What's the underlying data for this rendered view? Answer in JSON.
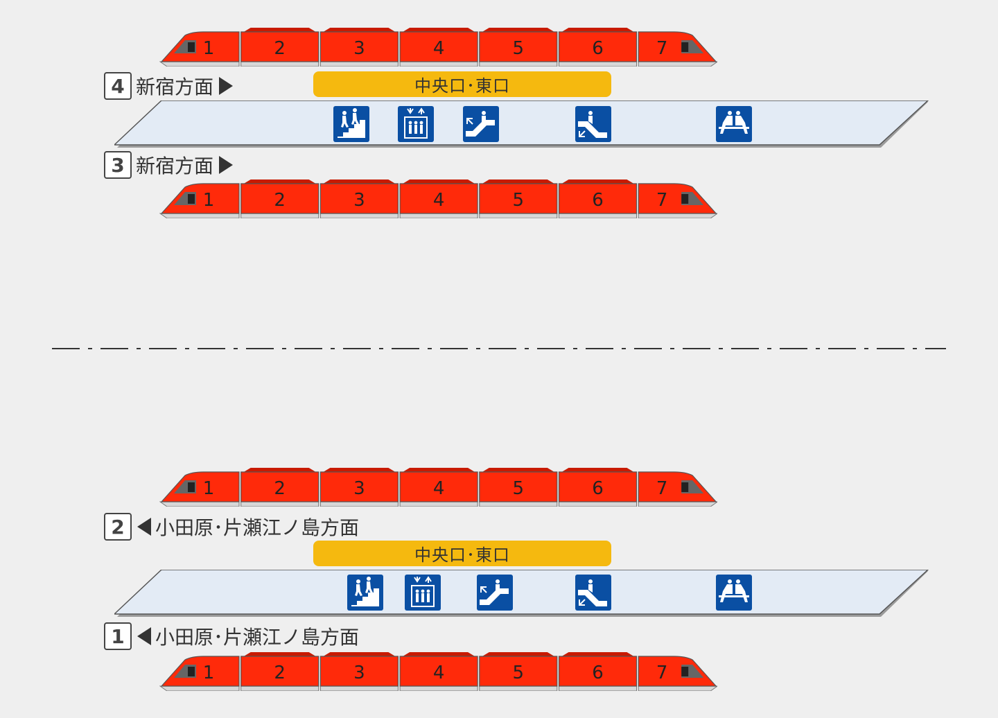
{
  "colors": {
    "background": "#efefef",
    "car_body": "#ff2a0a",
    "car_dark": "#c81a00",
    "car_base": "#d7d7d7",
    "exit_bar": "#f5b90f",
    "platform": "#e3ebf5",
    "facility_icon": "#0a4fa3"
  },
  "trains": [
    {
      "cars": [
        "1",
        "2",
        "3",
        "4",
        "5",
        "6",
        "7"
      ]
    },
    {
      "cars": [
        "1",
        "2",
        "3",
        "4",
        "5",
        "6",
        "7"
      ]
    },
    {
      "cars": [
        "1",
        "2",
        "3",
        "4",
        "5",
        "6",
        "7"
      ]
    },
    {
      "cars": [
        "1",
        "2",
        "3",
        "4",
        "5",
        "6",
        "7"
      ]
    }
  ],
  "tracks": {
    "t4": {
      "number": "4",
      "direction": "新宿方面",
      "arrow": "right"
    },
    "t3": {
      "number": "3",
      "direction": "新宿方面",
      "arrow": "right"
    },
    "t2": {
      "number": "2",
      "direction": "小田原･片瀬江ノ島方面",
      "arrow": "left"
    },
    "t1": {
      "number": "1",
      "direction": "小田原･片瀬江ノ島方面",
      "arrow": "left"
    }
  },
  "platforms": [
    {
      "exit_label": "中央口･東口",
      "facilities": [
        "stairs-icon",
        "elevator-icon",
        "escalator-down-icon",
        "escalator-up-icon",
        "waiting-seats-icon"
      ]
    },
    {
      "exit_label": "中央口･東口",
      "facilities": [
        "stairs-icon",
        "elevator-icon",
        "escalator-down-icon",
        "escalator-up-icon",
        "waiting-seats-icon"
      ]
    }
  ]
}
